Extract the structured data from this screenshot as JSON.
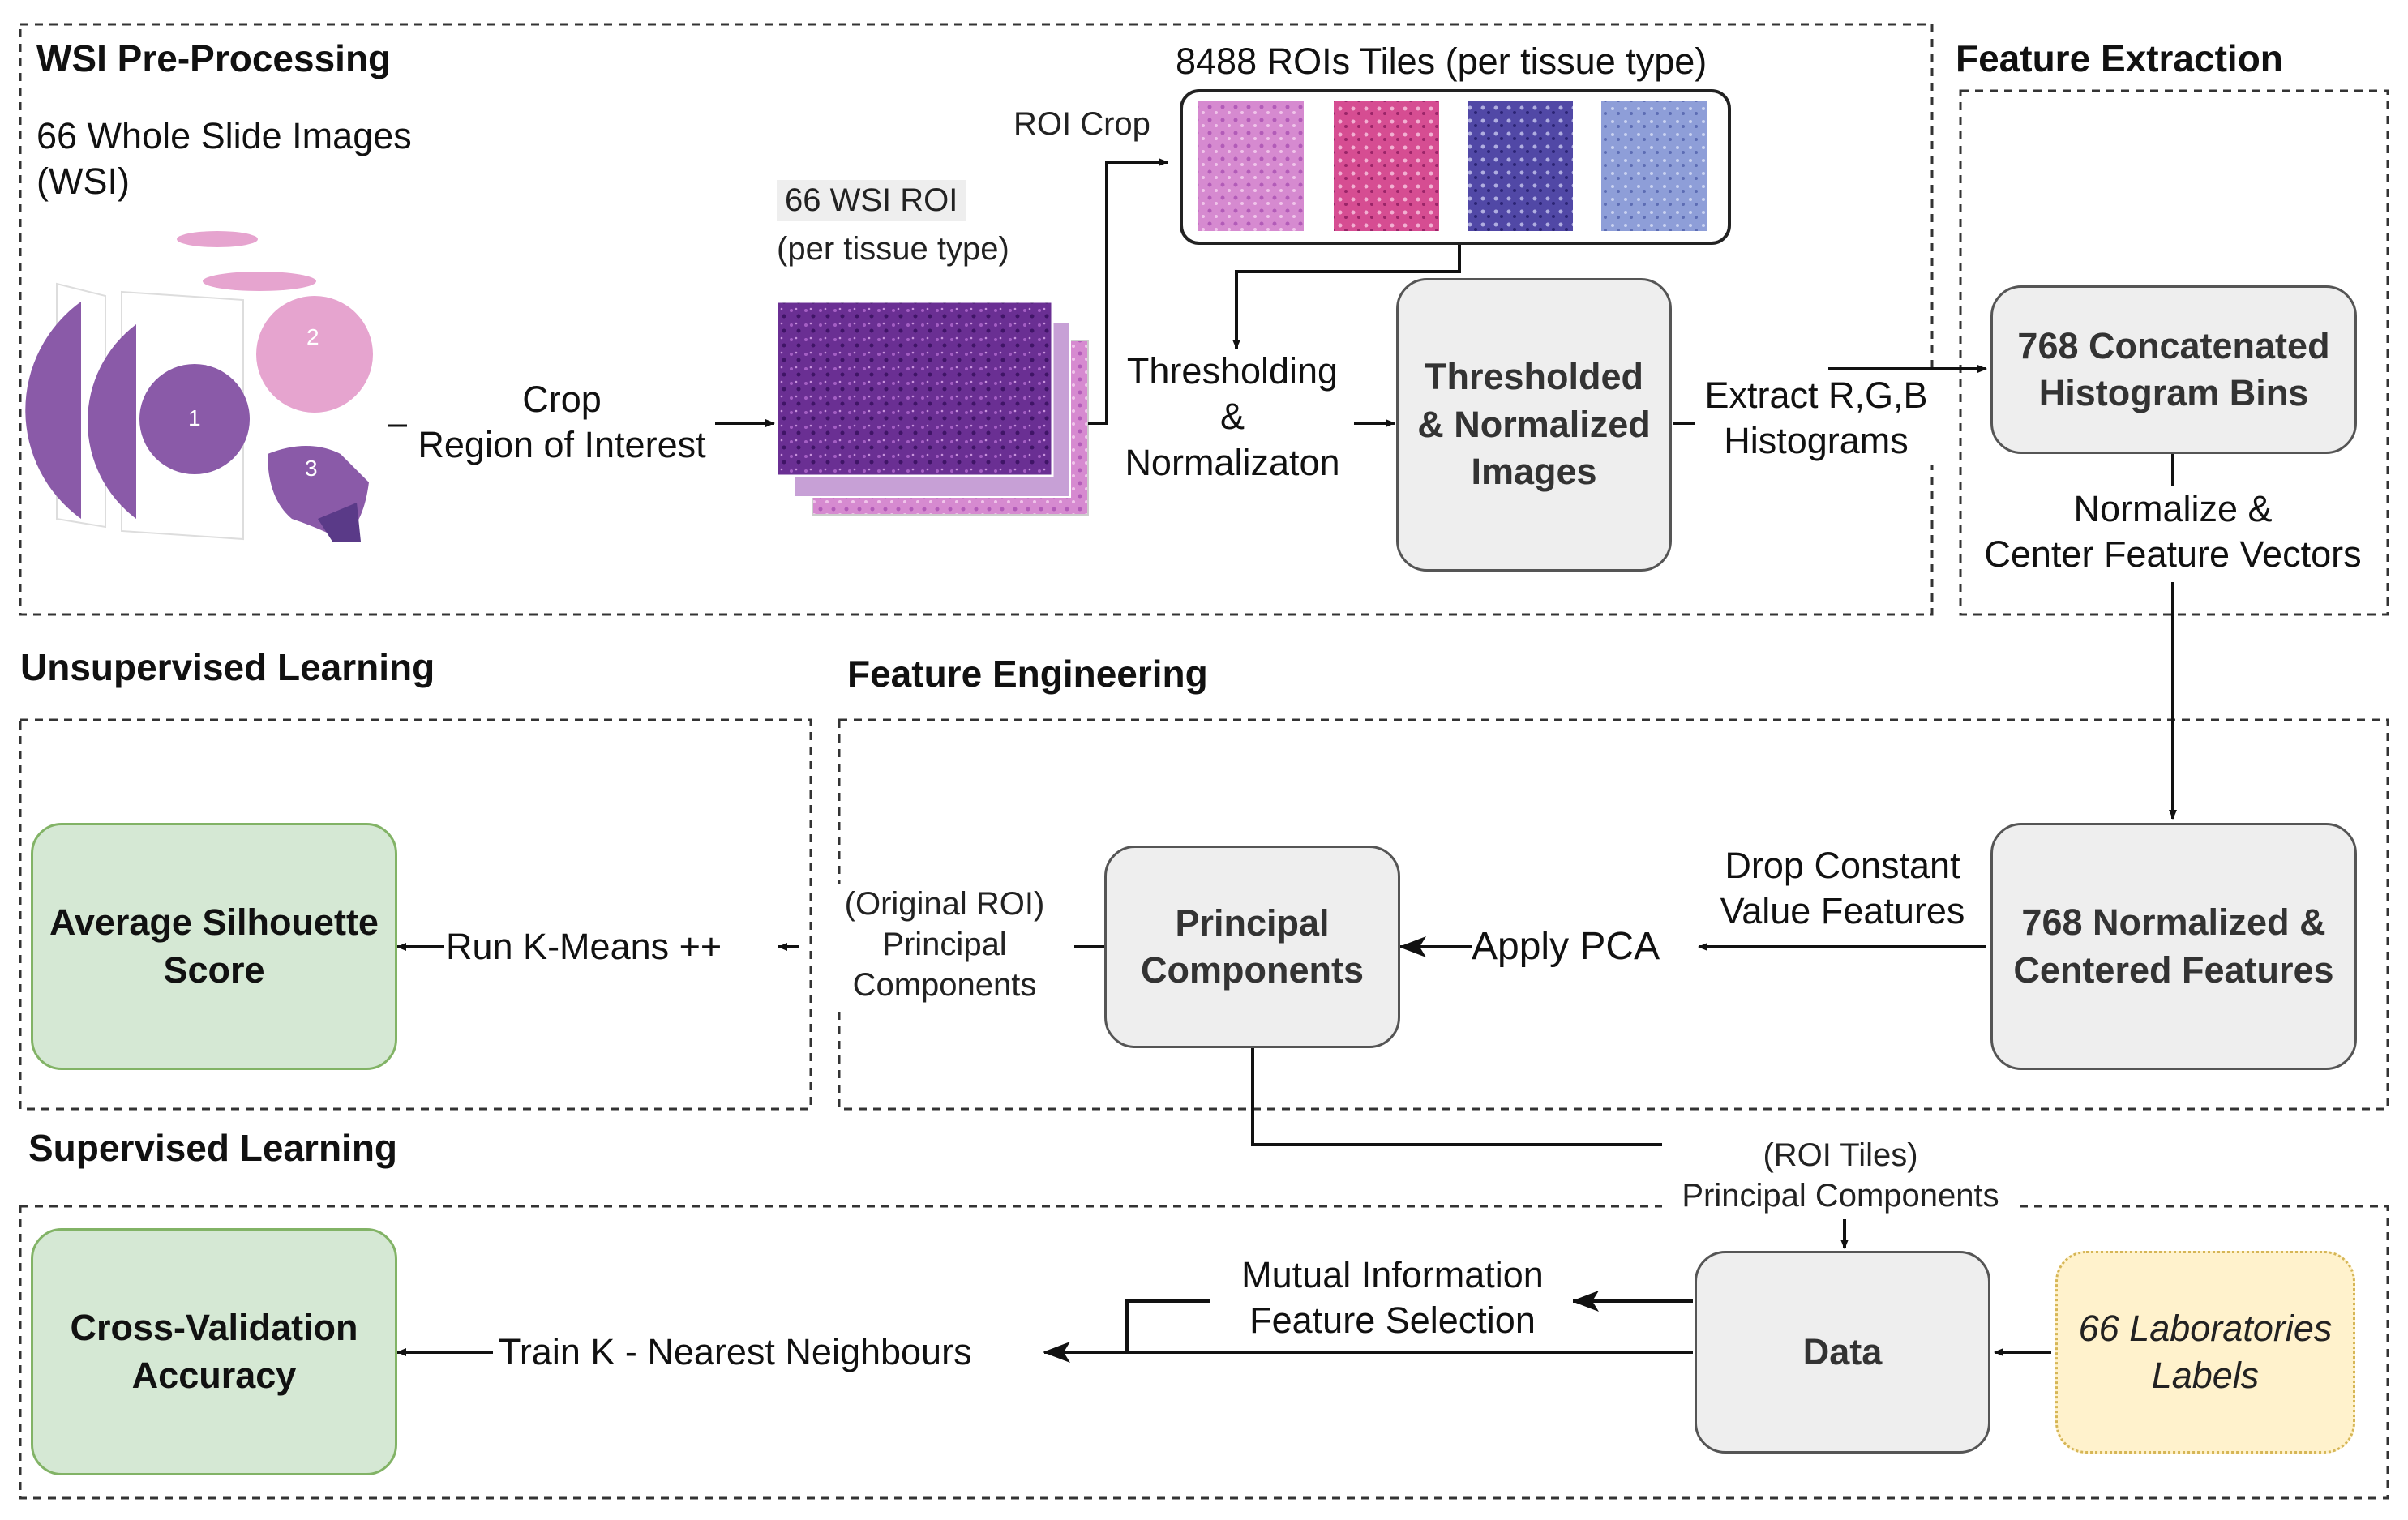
{
  "sections": {
    "wsi_preprocessing": "WSI Pre-Processing",
    "feature_extraction": "Feature Extraction",
    "unsupervised_learning": "Unsupervised Learning",
    "feature_engineering": "Feature Engineering",
    "supervised_learning": "Supervised Learning"
  },
  "wsi": {
    "title_line1": "66 Whole Slide Images",
    "title_line2": "(WSI)",
    "slide_numbers": [
      "1",
      "2",
      "3"
    ],
    "crop_label_line1": "Crop",
    "crop_label_line2": "Region of Interest",
    "roi_label_line1": "66 WSI ROI",
    "roi_label_line2": "(per tissue type)",
    "roi_crop_label": "ROI Crop",
    "tiles_label": "8488 ROIs Tiles (per tissue type)",
    "thresholding_line1": "Thresholding",
    "thresholding_line2": "&",
    "thresholding_line3": "Normalizaton"
  },
  "nodes": {
    "thresholded_line1": "Thresholded",
    "thresholded_line2": "& Normalized",
    "thresholded_line3": "Images",
    "histogram_line1": "768 Concatenated",
    "histogram_line2": "Histogram Bins",
    "normalized_line1": "768 Normalized &",
    "normalized_line2": "Centered Features",
    "principal_line1": "Principal",
    "principal_line2": "Components",
    "silhouette_line1": "Average Silhouette",
    "silhouette_line2": "Score",
    "data": "Data",
    "labels_line1": "66 Laboratories",
    "labels_line2": "Labels",
    "accuracy_line1": "Cross-Validation",
    "accuracy_line2": "Accuracy"
  },
  "edges": {
    "extract_line1": "Extract R,G,B",
    "extract_line2": "Histograms",
    "normalize_line1": "Normalize &",
    "normalize_line2": "Center Feature Vectors",
    "drop_line1": "Drop Constant",
    "drop_line2": "Value Features",
    "apply_pca": "Apply PCA",
    "orig_line1": "(Original ROI)",
    "orig_line2": "Principal",
    "orig_line3": "Components",
    "kmeans": "Run K-Means ++",
    "roi_tiles_line1": "(ROI Tiles)",
    "roi_tiles_line2": "Principal Components",
    "mi_line1": "Mutual Information",
    "mi_line2": "Feature Selection",
    "knn": "Train K - Nearest Neighbours"
  },
  "colors": {
    "accent_green_fill": "#d5e8d4",
    "accent_green_stroke": "#82b366",
    "label_yellow_fill": "#fff2cc",
    "label_yellow_stroke": "#d6b656",
    "node_grey_fill": "#eeeeee",
    "slide_purple": "#8a5aa8",
    "slide_pink": "#e6a4cf"
  }
}
